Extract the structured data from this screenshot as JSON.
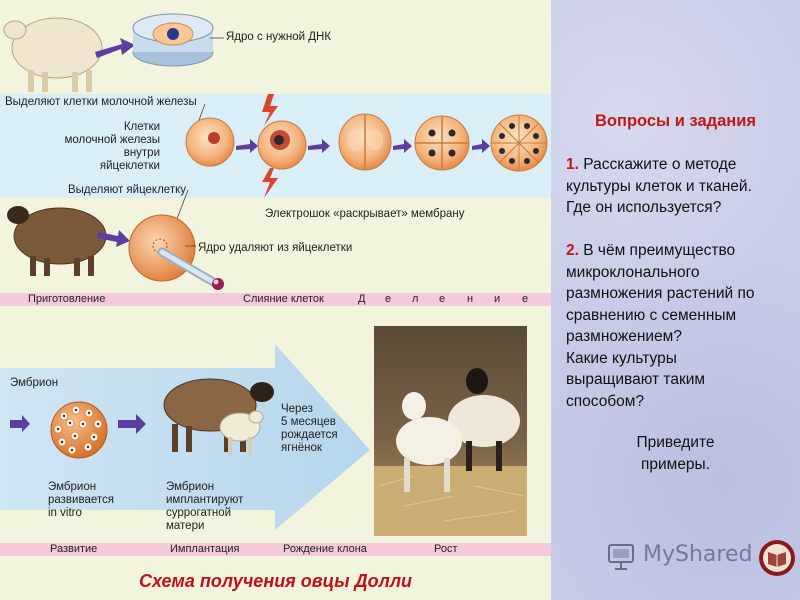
{
  "diagram": {
    "title": "Схема получения овцы Долли",
    "labels": {
      "nucleus_dna": "Ядро с нужной ДНК",
      "isolate_mammary": "Выделяют клетки молочной железы",
      "cells_inside": [
        "Клетки",
        "молочной железы",
        "внутри",
        "яйцеклетки"
      ],
      "isolate_egg": "Выделяют яйцеклетку",
      "electroshock": "Электрошок «раскрывает» мембрану",
      "nucleus_removed": "Ядро удаляют из яйцеклетки",
      "embryo": "Эмбрион",
      "embryo_in_vitro": [
        "Эмбрион",
        "развивается",
        "in vitro"
      ],
      "embryo_implanted": [
        "Эмбрион",
        "имплантируют",
        "суррогатной",
        "матери"
      ],
      "five_months": [
        "Через",
        "5 месяцев",
        "рождается",
        "ягнёнок"
      ]
    },
    "stage_bar_top": {
      "preparation": "Приготовление",
      "fusion": "Слияние клеток",
      "division": [
        "Д",
        "е",
        "л",
        "е",
        "н",
        "и",
        "е"
      ]
    },
    "stage_bar_bottom": {
      "development": "Развитие",
      "implantation": "Имплантация",
      "clone_birth": "Рождение клона",
      "growth": "Рост"
    }
  },
  "questions": {
    "heading": "Вопросы и задания",
    "q1_num": "1.",
    "q1_lines": [
      "Расскажите о методе",
      "культуры клеток и тканей.",
      "Где он используется?"
    ],
    "q2_num": "2.",
    "q2_lines": [
      "В чём преимущество",
      "микроклонального",
      "размножения растений по",
      "сравнению с семенным",
      "размножением?",
      "Какие культуры",
      "выращивают таким",
      "способом?"
    ],
    "examples": [
      "Приведите",
      "примеры."
    ]
  },
  "watermark": {
    "brand": "MyShared"
  },
  "colors": {
    "title_red": "#c0101a",
    "panel_lavender": "#c9cce8",
    "band_blue": "#d9eef7",
    "bar_pink": "#f6c9d8",
    "panel_cream": "#f3f4dd"
  }
}
